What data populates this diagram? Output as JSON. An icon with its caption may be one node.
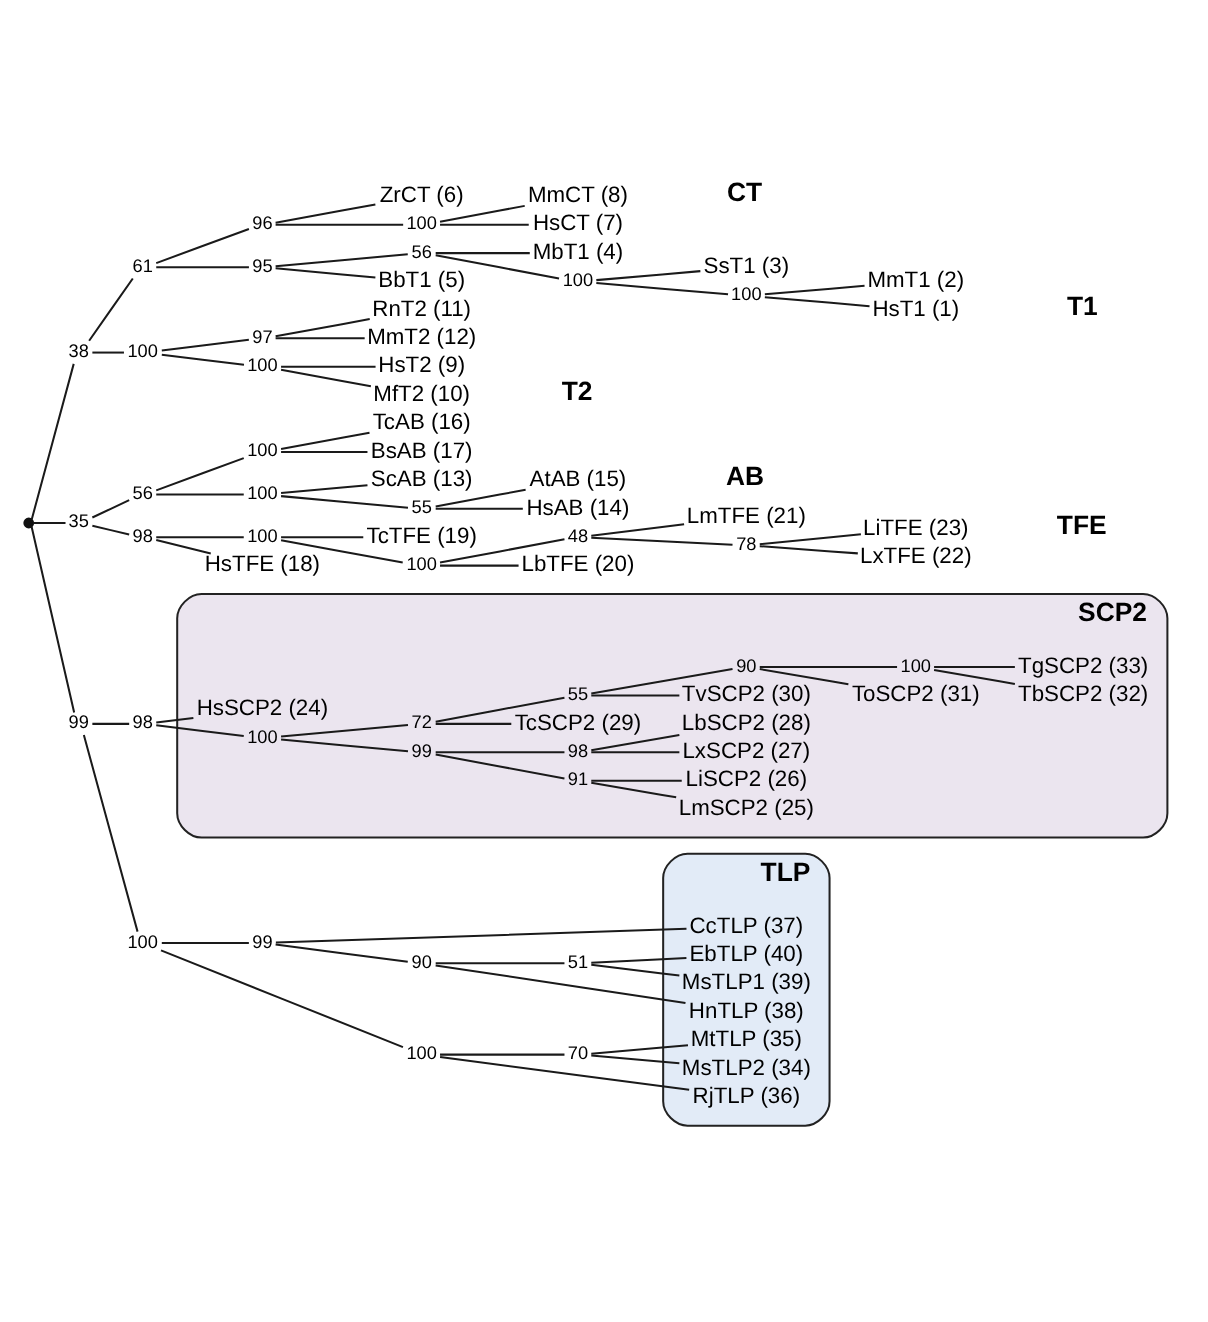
{
  "diagram": {
    "nodes": [
      {
        "text": [],
        "shape": "circle"
      },
      {
        "text": [
          "38"
        ]
      },
      {
        "text": [
          "61"
        ]
      },
      {
        "text": [
          "95"
        ]
      },
      {
        "text": [
          "56"
        ]
      },
      {
        "text": [
          "100"
        ]
      },
      {
        "text": [
          "100"
        ]
      },
      {
        "text": [
          "HsT1 (1)"
        ]
      },
      {
        "text": [
          "MmT1 (2)"
        ]
      },
      {
        "text": [
          "SsT1 (3)"
        ]
      },
      {
        "text": [
          "MbT1 (4)"
        ]
      },
      {
        "text": [
          "BbT1 (5)"
        ]
      },
      {
        "text": [
          "96"
        ]
      },
      {
        "text": [
          "ZrCT (6)"
        ]
      },
      {
        "text": [
          "100"
        ]
      },
      {
        "text": [
          "HsCT (7)"
        ]
      },
      {
        "text": [
          "MmCT (8)"
        ]
      },
      {
        "text": [
          "100"
        ]
      },
      {
        "text": [
          "100"
        ]
      },
      {
        "text": [
          "HsT2 (9)"
        ]
      },
      {
        "text": [
          "MfT2 (10)"
        ]
      },
      {
        "text": [
          "97"
        ]
      },
      {
        "text": [
          "RnT2 (11)"
        ]
      },
      {
        "text": [
          "MmT2 (12)"
        ]
      },
      {
        "text": [
          "35"
        ]
      },
      {
        "text": [
          "56"
        ]
      },
      {
        "text": [
          "100"
        ]
      },
      {
        "text": [
          "ScAB (13)"
        ]
      },
      {
        "text": [
          "55"
        ]
      },
      {
        "text": [
          "HsAB (14)"
        ]
      },
      {
        "text": [
          "AtAB (15)"
        ]
      },
      {
        "text": [
          "100"
        ]
      },
      {
        "text": [
          "TcAB (16)"
        ]
      },
      {
        "text": [
          "BsAB (17)"
        ]
      },
      {
        "text": [
          "98"
        ]
      },
      {
        "text": [
          "HsTFE (18)"
        ]
      },
      {
        "text": [
          "100"
        ]
      },
      {
        "text": [
          "TcTFE (19)"
        ]
      },
      {
        "text": [
          "100"
        ]
      },
      {
        "text": [
          "LbTFE (20)"
        ]
      },
      {
        "text": [
          "48"
        ]
      },
      {
        "text": [
          "LmTFE (21)"
        ]
      },
      {
        "text": [
          "78"
        ]
      },
      {
        "text": [
          "LxTFE (22)"
        ]
      },
      {
        "text": [
          "LiTFE (23)"
        ]
      },
      {
        "text": [
          "99"
        ]
      },
      {
        "text": [
          "98"
        ]
      },
      {
        "text": [
          "SCP2"
        ]
      },
      {
        "text": [
          "HsSCP2 (24)"
        ],
        "in": 47
      },
      {
        "text": [
          "100"
        ],
        "in": 47
      },
      {
        "text": [
          "99"
        ],
        "in": 47
      },
      {
        "text": [
          "91"
        ],
        "in": 47
      },
      {
        "text": [
          "LmSCP2 (25)"
        ],
        "in": 47
      },
      {
        "text": [
          "LiSCP2 (26)"
        ],
        "in": 47
      },
      {
        "text": [
          "98"
        ],
        "in": 47
      },
      {
        "text": [
          "LxSCP2 (27)"
        ],
        "in": 47
      },
      {
        "text": [
          "LbSCP2 (28)"
        ],
        "in": 47
      },
      {
        "text": [
          "72"
        ],
        "in": 47
      },
      {
        "text": [
          "TcSCP2 (29)"
        ],
        "in": 47
      },
      {
        "text": [
          "55"
        ],
        "in": 47
      },
      {
        "text": [
          "TvSCP2 (30)"
        ],
        "in": 47
      },
      {
        "text": [
          "90"
        ],
        "in": 47
      },
      {
        "text": [
          "ToSCP2 (31)"
        ],
        "in": 47
      },
      {
        "text": [
          "100"
        ],
        "in": 47
      },
      {
        "text": [
          "TbSCP2 (32)"
        ],
        "in": 47
      },
      {
        "text": [
          "TgSCP2 (33)"
        ],
        "in": 47
      },
      {
        "text": [
          "100"
        ]
      },
      {
        "text": [
          "100"
        ]
      },
      {
        "text": [
          "70"
        ]
      },
      {
        "text": [
          "TLP"
        ]
      },
      {
        "text": [
          "MsTLP2 (34)"
        ],
        "in": 69
      },
      {
        "text": [
          "MtTLP (35)"
        ],
        "in": 69
      },
      {
        "text": [
          "RjTLP (36)"
        ],
        "in": 69
      },
      {
        "text": [
          "99"
        ]
      },
      {
        "text": [
          "CcTLP (37)"
        ],
        "in": 69
      },
      {
        "text": [
          "90"
        ]
      },
      {
        "text": [
          "HnTLP (38)"
        ],
        "in": 69
      },
      {
        "text": [
          "51"
        ]
      },
      {
        "text": [
          "MsTLP1 (39)"
        ],
        "in": 69
      },
      {
        "text": [
          "EbTLP (40)"
        ],
        "in": 69
      }
    ],
    "edges": [
      {
        "from": 0,
        "to": 1,
        "arrow": "none"
      },
      {
        "from": 1,
        "to": 2,
        "arrow": "none"
      },
      {
        "from": 2,
        "to": 12,
        "arrow": "none"
      },
      {
        "from": 2,
        "to": 3,
        "arrow": "none"
      },
      {
        "from": 3,
        "to": 11,
        "arrow": "none"
      },
      {
        "from": 3,
        "to": 4,
        "arrow": "none"
      },
      {
        "from": 4,
        "to": 10,
        "arrow": "none"
      },
      {
        "from": 4,
        "to": 5,
        "arrow": "none"
      },
      {
        "from": 5,
        "to": 9,
        "arrow": "none"
      },
      {
        "from": 5,
        "to": 6,
        "arrow": "none"
      },
      {
        "from": 6,
        "to": 7,
        "arrow": "none"
      },
      {
        "from": 6,
        "to": 8,
        "arrow": "none"
      },
      {
        "from": 12,
        "to": 13,
        "arrow": "none"
      },
      {
        "from": 12,
        "to": 14,
        "arrow": "none"
      },
      {
        "from": 14,
        "to": 15,
        "arrow": "none"
      },
      {
        "from": 14,
        "to": 16,
        "arrow": "none"
      },
      {
        "from": 1,
        "to": 17,
        "arrow": "none"
      },
      {
        "from": 17,
        "to": 18,
        "arrow": "none"
      },
      {
        "from": 18,
        "to": 19,
        "arrow": "none"
      },
      {
        "from": 18,
        "to": 20,
        "arrow": "none"
      },
      {
        "from": 17,
        "to": 21,
        "arrow": "none"
      },
      {
        "from": 21,
        "to": 22,
        "arrow": "none"
      },
      {
        "from": 21,
        "to": 23,
        "arrow": "none"
      },
      {
        "from": 0,
        "to": 24,
        "arrow": "none"
      },
      {
        "from": 24,
        "to": 25,
        "arrow": "none"
      },
      {
        "from": 25,
        "to": 26,
        "arrow": "none"
      },
      {
        "from": 26,
        "to": 27,
        "arrow": "none"
      },
      {
        "from": 26,
        "to": 28,
        "arrow": "none"
      },
      {
        "from": 28,
        "to": 29,
        "arrow": "none"
      },
      {
        "from": 28,
        "to": 30,
        "arrow": "none"
      },
      {
        "from": 25,
        "to": 31,
        "arrow": "none"
      },
      {
        "from": 31,
        "to": 32,
        "arrow": "none"
      },
      {
        "from": 31,
        "to": 33,
        "arrow": "none"
      },
      {
        "from": 24,
        "to": 34,
        "arrow": "none"
      },
      {
        "from": 34,
        "to": 35,
        "arrow": "none"
      },
      {
        "from": 34,
        "to": 36,
        "arrow": "none"
      },
      {
        "from": 36,
        "to": 37,
        "arrow": "none"
      },
      {
        "from": 36,
        "to": 38,
        "arrow": "none"
      },
      {
        "from": 38,
        "to": 39,
        "arrow": "none"
      },
      {
        "from": 38,
        "to": 40,
        "arrow": "none"
      },
      {
        "from": 40,
        "to": 41,
        "arrow": "none"
      },
      {
        "from": 40,
        "to": 42,
        "arrow": "none"
      },
      {
        "from": 42,
        "to": 43,
        "arrow": "none"
      },
      {
        "from": 42,
        "to": 44,
        "arrow": "none"
      },
      {
        "from": 0,
        "to": 45,
        "arrow": "none"
      },
      {
        "from": 45,
        "to": 46,
        "arrow": "none"
      },
      {
        "from": 46,
        "to": 48,
        "arrow": "none"
      },
      {
        "from": 46,
        "to": 49,
        "arrow": "none"
      },
      {
        "from": 49,
        "to": 50,
        "arrow": "none"
      },
      {
        "from": 50,
        "to": 51,
        "arrow": "none"
      },
      {
        "from": 51,
        "to": 52,
        "arrow": "none"
      },
      {
        "from": 51,
        "to": 53,
        "arrow": "none"
      },
      {
        "from": 50,
        "to": 54,
        "arrow": "none"
      },
      {
        "from": 54,
        "to": 55,
        "arrow": "none"
      },
      {
        "from": 54,
        "to": 56,
        "arrow": "none"
      },
      {
        "from": 49,
        "to": 57,
        "arrow": "none"
      },
      {
        "from": 57,
        "to": 58,
        "arrow": "none"
      },
      {
        "from": 57,
        "to": 59,
        "arrow": "none"
      },
      {
        "from": 59,
        "to": 60,
        "arrow": "none"
      },
      {
        "from": 59,
        "to": 61,
        "arrow": "none"
      },
      {
        "from": 61,
        "to": 62,
        "arrow": "none"
      },
      {
        "from": 61,
        "to": 63,
        "arrow": "none"
      },
      {
        "from": 63,
        "to": 64,
        "arrow": "none"
      },
      {
        "from": 63,
        "to": 65,
        "arrow": "none"
      },
      {
        "from": 45,
        "to": 66,
        "arrow": "none"
      },
      {
        "from": 66,
        "to": 67,
        "arrow": "none"
      },
      {
        "from": 67,
        "to": 68,
        "arrow": "none"
      },
      {
        "from": 68,
        "to": 70,
        "arrow": "none"
      },
      {
        "from": 68,
        "to": 71,
        "arrow": "none"
      },
      {
        "from": 67,
        "to": 72,
        "arrow": "none"
      },
      {
        "from": 66,
        "to": 73,
        "arrow": "none"
      },
      {
        "from": 73,
        "to": 74,
        "arrow": "none"
      },
      {
        "from": 73,
        "to": 75,
        "arrow": "none"
      },
      {
        "from": 75,
        "to": 76,
        "arrow": "none"
      },
      {
        "from": 75,
        "to": 77,
        "arrow": "none"
      },
      {
        "from": 77,
        "to": 78,
        "arrow": "none"
      },
      {
        "from": 77,
        "to": 79,
        "arrow": "none"
      }
    ],
    "labels": [
      "TFE",
      "AB",
      "T2",
      "CT",
      "T1"
    ]
  }
}
